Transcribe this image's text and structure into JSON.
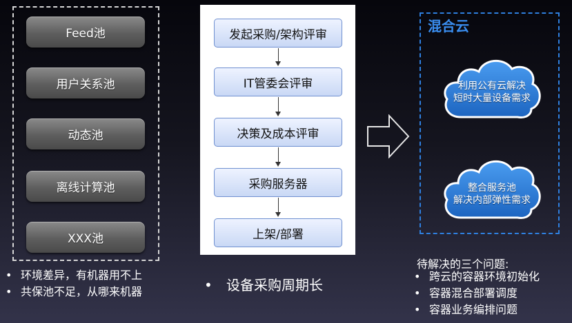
{
  "pools": [
    "Feed池",
    "用户关系池",
    "动态池",
    "离线计算池",
    "XXX池"
  ],
  "left_bullets": [
    "环境差异，有机器用不上",
    "共保池不足，从哪来机器"
  ],
  "flow_steps": [
    "发起采购/架构评审",
    "IT管委会评审",
    "决策及成本评审",
    "采购服务器",
    "上架/部署"
  ],
  "center_bullet": "设备采购周期长",
  "hybrid_cloud": {
    "title": "混合云",
    "clouds": [
      {
        "line1": "利用公有云解决",
        "line2": "短时大量设备需求"
      },
      {
        "line1": "整合服务池",
        "line2": "解决内部弹性需求"
      }
    ]
  },
  "issues": {
    "title": "待解决的三个问题:",
    "items": [
      "跨云的容器环境初始化",
      "容器混合部署调度",
      "容器业务编排问题"
    ]
  },
  "colors": {
    "accent_blue": "#2f80e0",
    "cloud_fill": "#2a7fd8",
    "step_border": "#6e8fd0"
  }
}
